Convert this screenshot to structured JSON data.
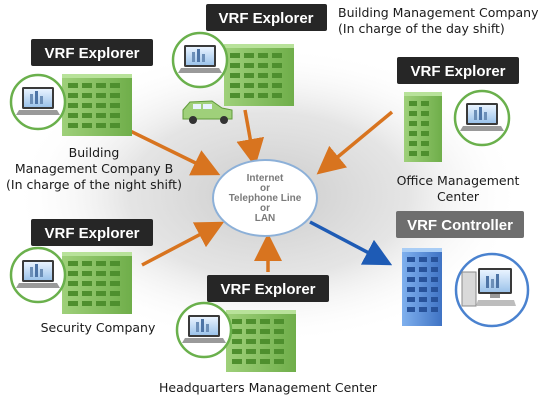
{
  "hub": {
    "line1": "Internet",
    "line2": "or",
    "line3": "Telephone Line",
    "line4": "or",
    "line5": "LAN"
  },
  "sites": {
    "building_a": {
      "badge": "VRF Explorer",
      "caption_line1": "Building Management Company A",
      "caption_line2": "(In charge of the day shift)"
    },
    "building_b": {
      "badge": "VRF Explorer",
      "caption_line1": "Building",
      "caption_line2": "Management Company B",
      "caption_line3": "(In charge of the night shift)"
    },
    "office": {
      "badge": "VRF Explorer",
      "caption_line1": "Office Management",
      "caption_line2": "Center"
    },
    "security": {
      "badge": "VRF Explorer",
      "caption_line1": "Security Company"
    },
    "headquarters": {
      "badge": "VRF Explorer",
      "caption_line1": "Headquarters Management Center"
    },
    "controller": {
      "badge": "VRF Controller"
    }
  },
  "colors": {
    "explorer_badge": "#262626",
    "controller_badge": "#6e6e6e",
    "orange_arrow": "#d8741f",
    "blue_arrow": "#1e5bb5",
    "green_building": "#8fc66a",
    "blue_building": "#5b8fd6"
  }
}
